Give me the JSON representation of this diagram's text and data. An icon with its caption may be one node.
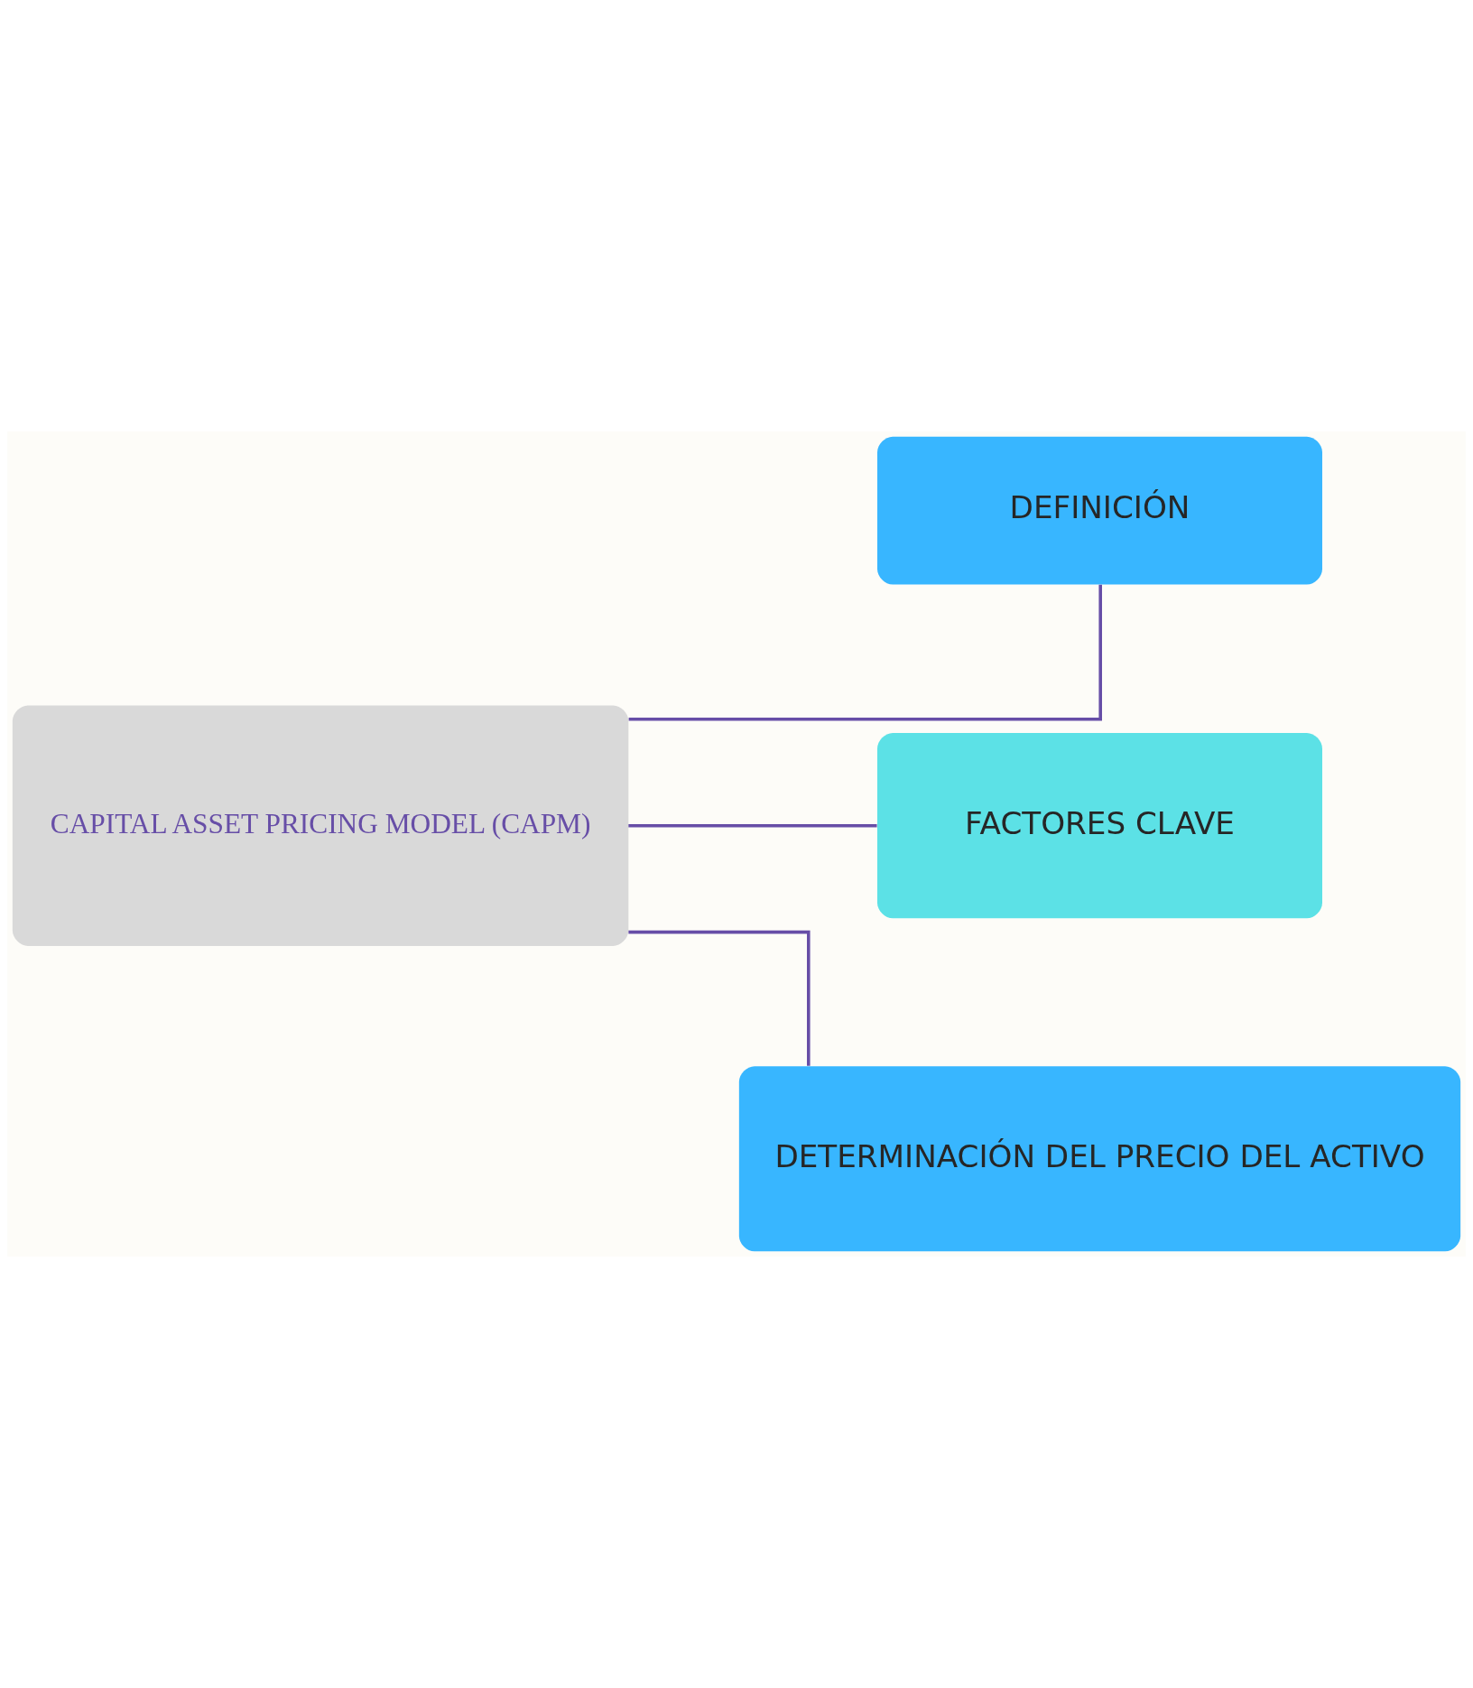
{
  "diagram": {
    "nodes": [
      {
        "text": [
          "CAPITAL ASSET PRICING MODEL (CAPM)"
        ]
      },
      {
        "text": [
          "DEFINICIÓN"
        ]
      },
      {
        "text": [
          "FACTORES CLAVE"
        ]
      },
      {
        "text": [
          "DETERMINACIÓN DEL PRECIO DEL ACTIVO"
        ]
      }
    ],
    "edges": [
      {
        "from": 0,
        "to": 1,
        "arrow": "none"
      },
      {
        "from": 0,
        "to": 2,
        "arrow": "none"
      },
      {
        "from": 0,
        "to": 3,
        "arrow": "none"
      }
    ]
  }
}
